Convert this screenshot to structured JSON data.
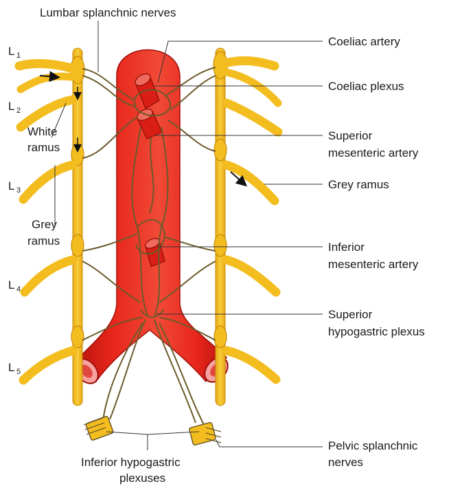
{
  "labels": {
    "lumbar_splanchnic": "Lumbar splanchnic nerves",
    "coeliac_artery": "Coeliac artery",
    "coeliac_plexus": "Coeliac plexus",
    "superior_mesenteric_1": "Superior",
    "superior_mesenteric_2": "mesenteric artery",
    "grey_ramus_right": "Grey ramus",
    "inferior_mesenteric_1": "Inferior",
    "inferior_mesenteric_2": "mesenteric artery",
    "superior_hypogastric_1": "Superior",
    "superior_hypogastric_2": "hypogastric plexus",
    "pelvic_splanchnic_1": "Pelvic splanchnic",
    "pelvic_splanchnic_2": "nerves",
    "inferior_hypogastric_1": "Inferior hypogastric",
    "inferior_hypogastric_2": "plexuses",
    "white_ramus_1": "White",
    "white_ramus_2": "ramus",
    "grey_ramus_left_1": "Grey",
    "grey_ramus_left_2": "ramus"
  },
  "segments": [
    {
      "letter": "L",
      "num": "1"
    },
    {
      "letter": "L",
      "num": "2"
    },
    {
      "letter": "L",
      "num": "3"
    },
    {
      "letter": "L",
      "num": "4"
    },
    {
      "letter": "L",
      "num": "5"
    }
  ],
  "colors": {
    "aorta": "#e8261c",
    "aorta_dark": "#b8140e",
    "nerve": "#f4bd1f",
    "plexus": "#6b5a2a"
  }
}
